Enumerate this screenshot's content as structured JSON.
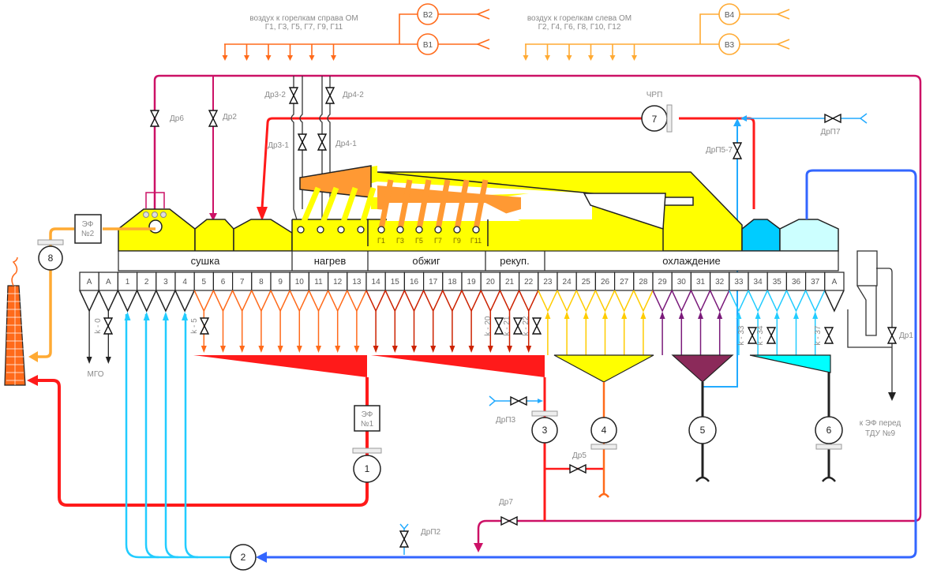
{
  "top_air": {
    "right": {
      "line1": "воздух к горелкам справа ОМ",
      "line2": "Г1, Г3, Г5, Г7, Г9, Г11",
      "fans": [
        "В2",
        "В1"
      ]
    },
    "left": {
      "line1": "воздух к горелкам слева ОМ",
      "line2": "Г2, Г4, Г6, Г8, Г10, Г12",
      "fans": [
        "В4",
        "В3"
      ]
    }
  },
  "valves": {
    "dr6": "Др6",
    "dr2": "Др2",
    "dr3_2": "Др3-2",
    "dr4_2": "Др4-2",
    "dr3_1": "Др3-1",
    "dr4_1": "Др4-1",
    "drp5_7": "ДрП5-7",
    "drp7": "ДрП7",
    "drp3": "ДрП3",
    "dr5": "Др5",
    "dr7": "Др7",
    "drp2": "ДрП2",
    "dr1": "Др1",
    "k0": "k - 0",
    "k5": "k - 5",
    "k20": "k - 20",
    "k21": "k - 21",
    "k22": "k - 22",
    "k33": "k - 33",
    "k34": "k - 34",
    "k37": "k - 37"
  },
  "fans": {
    "f1": "1",
    "f2": "2",
    "f3": "3",
    "f4": "4",
    "f5": "5",
    "f6": "6",
    "f7": "7",
    "f8": "8",
    "chrp": "ЧРП"
  },
  "filters": {
    "ef1_l1": "ЭФ",
    "ef1_l2": "№1",
    "ef2_l1": "ЭФ",
    "ef2_l2": "№2"
  },
  "burners": [
    "Г1",
    "Г3",
    "Г5",
    "Г7",
    "Г9",
    "Г11"
  ],
  "zones": [
    "сушка",
    "нагрев",
    "обжиг",
    "рекуп.",
    "охлаждение"
  ],
  "cells": [
    "А",
    "А",
    "1",
    "2",
    "3",
    "4",
    "5",
    "6",
    "7",
    "8",
    "9",
    "10",
    "11",
    "12",
    "13",
    "14",
    "15",
    "16",
    "17",
    "18",
    "19",
    "20",
    "21",
    "22",
    "23",
    "24",
    "25",
    "26",
    "27",
    "28",
    "29",
    "30",
    "31",
    "32",
    "33",
    "34",
    "35",
    "36",
    "37",
    "А"
  ],
  "outlets": {
    "mgo": "МГО",
    "tdu_l1": "к ЭФ перед",
    "tdu_l2": "ТДУ №9"
  },
  "colors": {
    "pink": "#cc1166",
    "red": "#ff1a1a",
    "orange": "#ff6a1a",
    "dark_red": "#cc2200",
    "amber": "#ffaa33",
    "yellow": "#ffff00",
    "gold": "#ffcc00",
    "purple": "#7a1a7a",
    "plum": "#8b2a5a",
    "light_blue": "#22ccff",
    "blue": "#3366ff",
    "cyan": "#00ffff",
    "burner_orange": "#ff9933",
    "cold_blue": "#00ccff",
    "pale_cyan": "#ccffff"
  }
}
